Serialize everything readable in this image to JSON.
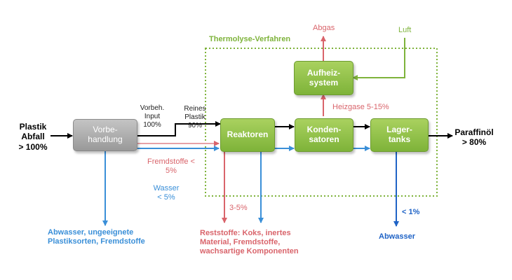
{
  "colors": {
    "green": "#7eb33b",
    "red": "#d9646b",
    "blue": "#3a8fd8",
    "dark_blue": "#1f63c6",
    "black": "#000000",
    "gray": "#9e9e9e"
  },
  "region": {
    "label": "Thermolyse-Verfahren"
  },
  "boxes": {
    "vorbehandlung": "Vorbe-\nhandlung",
    "reaktoren": "Reaktoren",
    "kondensatoren": "Konden-\nsatoren",
    "lagertanks": "Lager-\ntanks",
    "aufheizsystem": "Aufheiz-\nsystem"
  },
  "labels": {
    "plastik_abfall": "Plastik\nAbfall\n> 100%",
    "vorbeh_input": "Vorbeh.\nInput\n100%",
    "reines_plastik": "Reines Plastik\n90%",
    "paraffinoel": "Paraffinöl\n> 80%",
    "abgas": "Abgas",
    "luft": "Luft",
    "heizgase": "Heizgase 5-15%",
    "fremdstoffe": "Fremdstoffe <\n5%",
    "wasser": "Wasser\n< 5%",
    "three_five": "3-5%",
    "less_one": "< 1%",
    "abwasser_left": "Abwasser, ungeeignete\nPlastiksorten, Fremdstoffe",
    "reststoffe": "Reststoffe: Koks, inertes\nMaterial, Fremdstoffe,\nwachsartige Komponenten",
    "abwasser_right": "Abwasser"
  }
}
